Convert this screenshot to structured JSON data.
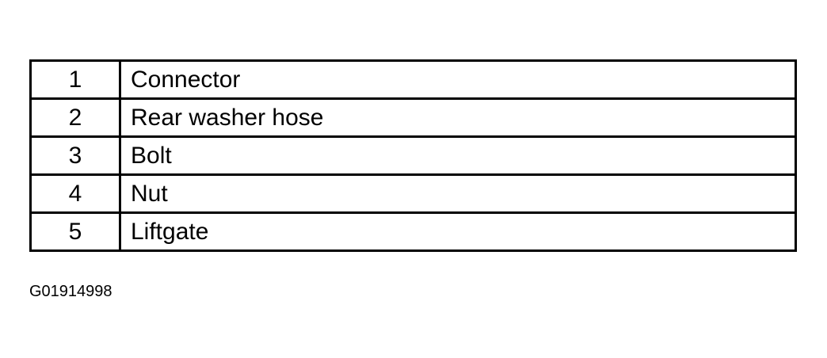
{
  "legend": {
    "rows": [
      {
        "number": "1",
        "label": "Connector"
      },
      {
        "number": "2",
        "label": "Rear washer hose"
      },
      {
        "number": "3",
        "label": "Bolt"
      },
      {
        "number": "4",
        "label": "Nut"
      },
      {
        "number": "5",
        "label": "Liftgate"
      }
    ]
  },
  "figure_id": "G01914998"
}
